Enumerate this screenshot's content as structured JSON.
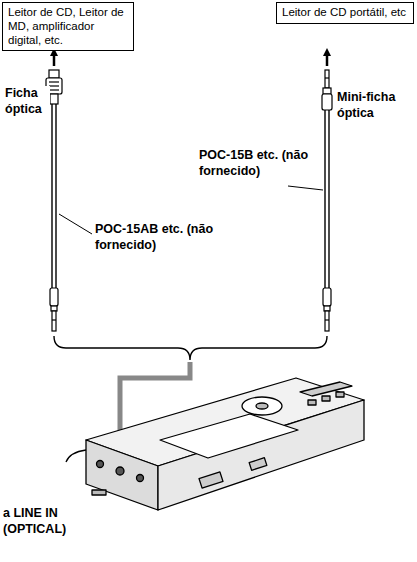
{
  "diagram": {
    "nodes": [
      {
        "text": [
          "Leitor de CD, Leitor de MD, amplificador digital, etc."
        ]
      },
      {
        "text": [
          "Leitor de CD portátil, etc"
        ]
      }
    ],
    "labels": [
      "Ficha óptica",
      "Mini-ficha óptica",
      "POC-15B etc. (não fornecido)",
      "POC-15AB etc. (não fornecido)",
      "a LINE IN (OPTICAL)"
    ]
  }
}
